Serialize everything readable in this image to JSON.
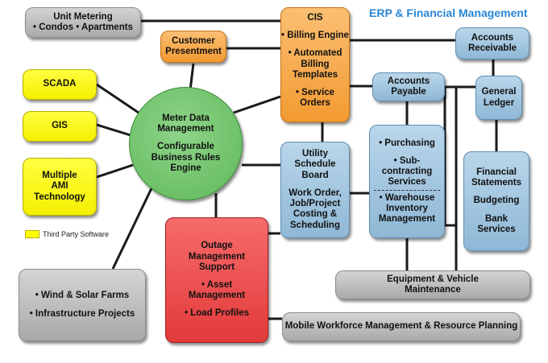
{
  "title": "ERP & Financial Management",
  "legend": {
    "label": "Third Party Software",
    "color": "#ffff00"
  },
  "colors": {
    "title": "#2a86d6",
    "gray": "#b5b5b5",
    "orange": "#f7a84a",
    "blue": "#9fc3de",
    "yellow": "#ffff00",
    "red": "#e84848",
    "green": "#6cc066"
  },
  "nodes": {
    "unit_metering": {
      "line1": "Unit Metering",
      "line2": "• Condos  • Apartments"
    },
    "customer_presentment": {
      "line1": "Customer",
      "line2": "Presentment"
    },
    "cis": {
      "title": "CIS",
      "item1": "• Billing Engine",
      "item2a": "• Automated",
      "item2b": "Billing",
      "item2c": "Templates",
      "item3a": "• Service",
      "item3b": "Orders"
    },
    "accounts_receivable": {
      "line1": "Accounts",
      "line2": "Receivable"
    },
    "accounts_payable": {
      "line1": "Accounts",
      "line2": "Payable"
    },
    "general_ledger": {
      "line1": "General",
      "line2": "Ledger"
    },
    "scada": {
      "label": "SCADA"
    },
    "gis": {
      "label": "GIS"
    },
    "multiple_ami": {
      "line1": "Multiple",
      "line2": "AMI",
      "line3": "Technology"
    },
    "meter_data": {
      "line1": "Meter Data",
      "line2": "Management",
      "line3": "Configurable",
      "line4": "Business Rules",
      "line5": "Engine"
    },
    "utility_schedule": {
      "line1": "Utility",
      "line2": "Schedule",
      "line3": "Board",
      "line4": "Work Order,",
      "line5": "Job/Project",
      "line6": "Costing &",
      "line7": "Scheduling"
    },
    "purchasing": {
      "item1": "• Purchasing",
      "item2a": "• Sub-contracting",
      "item2b": "Services",
      "item3a": "• Warehouse",
      "item3b": "Inventory",
      "item3c": "Management"
    },
    "financial": {
      "line1": "Financial",
      "line2": "Statements",
      "line3": "Budgeting",
      "line4": "Bank",
      "line5": "Services"
    },
    "outage": {
      "line1": "Outage",
      "line2": "Management",
      "line3": "Support",
      "item1a": "• Asset",
      "item1b": "Management",
      "item2": "• Load Profiles"
    },
    "wind_solar": {
      "item1": "• Wind & Solar Farms",
      "item2": "• Infrastructure Projects"
    },
    "equipment": {
      "line1": "Equipment & Vehicle",
      "line2": "Maintenance"
    },
    "mobile_workforce": {
      "label": "Mobile Workforce Management & Resource Planning"
    }
  }
}
